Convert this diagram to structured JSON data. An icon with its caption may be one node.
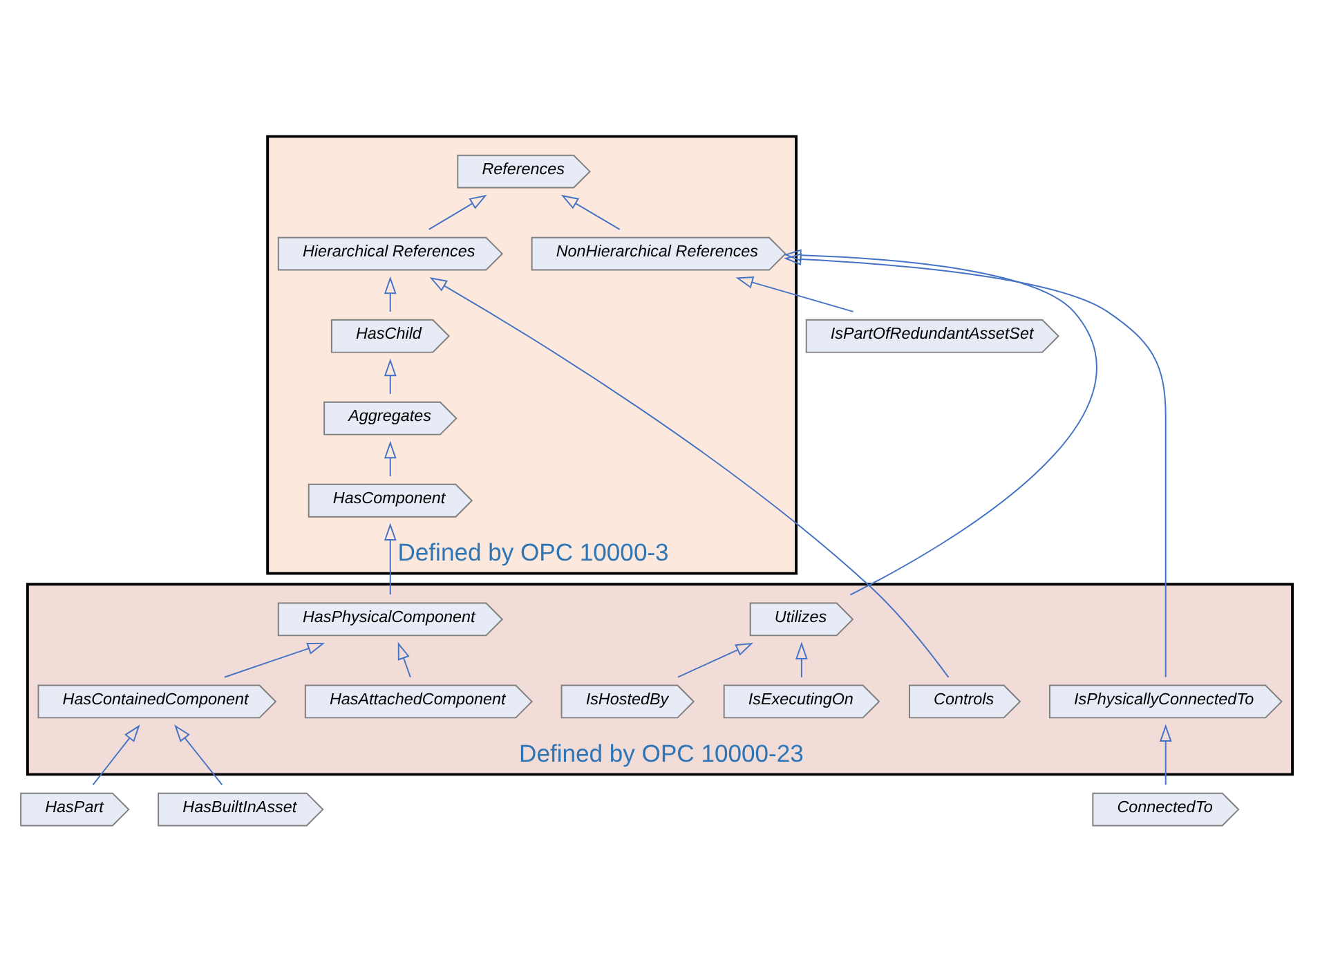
{
  "diagram": {
    "nodes": [
      {
        "text": [
          "Defined by OPC 10000-3"
        ]
      },
      {
        "text": [
          "References"
        ],
        "in": 0
      },
      {
        "text": [
          "Hierarchical References"
        ],
        "in": 0
      },
      {
        "text": [
          "Defined by OPC 10000-23"
        ]
      },
      {
        "text": [
          "Controls"
        ],
        "in": 3
      },
      {
        "text": [
          "HasChild"
        ],
        "in": 0
      },
      {
        "text": [
          "Aggregates"
        ],
        "in": 0
      },
      {
        "text": [
          "NonHierarchical References"
        ],
        "in": 0
      },
      {
        "text": [
          "HasComponent"
        ],
        "in": 0
      },
      {
        "text": [
          "Utilizes"
        ],
        "in": 3
      },
      {
        "text": [
          "HasPhysicalComponent"
        ],
        "in": 3
      },
      {
        "text": [
          "IsExecutingOn"
        ],
        "in": 3
      },
      {
        "text": [
          "HasAttachedComponent"
        ],
        "in": 3
      },
      {
        "text": [
          "IsHostedBy"
        ],
        "in": 3
      },
      {
        "text": [
          "HasContainedComponent"
        ],
        "in": 3
      },
      {
        "text": [
          "IsPhysicallyConnectedTo"
        ],
        "in": 3
      },
      {
        "text": [
          "HasBuiltInAsset"
        ]
      },
      {
        "text": [
          "ConnectedTo"
        ]
      },
      {
        "text": [
          "HasPart"
        ]
      },
      {
        "text": [
          "IsPartOfRedundantAssetSet"
        ]
      }
    ],
    "edges": [
      {
        "from": 2,
        "to": 1,
        "arrow": "to"
      },
      {
        "from": 7,
        "to": 1,
        "arrow": "to"
      },
      {
        "from": 5,
        "to": 2,
        "arrow": "to"
      },
      {
        "from": 4,
        "to": 2,
        "arrow": "to"
      },
      {
        "from": 6,
        "to": 5,
        "arrow": "to"
      },
      {
        "from": 8,
        "to": 6,
        "arrow": "to"
      },
      {
        "from": 9,
        "to": 7,
        "arrow": "to"
      },
      {
        "from": 15,
        "to": 7,
        "arrow": "to"
      },
      {
        "from": 19,
        "to": 7,
        "arrow": "to"
      },
      {
        "from": 11,
        "to": 9,
        "arrow": "to"
      },
      {
        "from": 13,
        "to": 9,
        "arrow": "to"
      },
      {
        "from": 17,
        "to": 15,
        "arrow": "to"
      },
      {
        "from": 10,
        "to": 8,
        "arrow": "to"
      },
      {
        "from": 12,
        "to": 10,
        "arrow": "to"
      },
      {
        "from": 14,
        "to": 10,
        "arrow": "to"
      },
      {
        "from": 16,
        "to": 14,
        "arrow": "to"
      },
      {
        "from": 18,
        "to": 14,
        "arrow": "to"
      }
    ]
  }
}
